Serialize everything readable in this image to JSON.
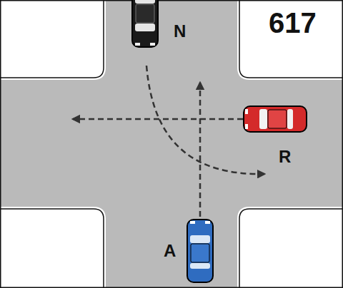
{
  "diagram": {
    "labels": [
      "N",
      "617",
      "R",
      "A"
    ]
  }
}
